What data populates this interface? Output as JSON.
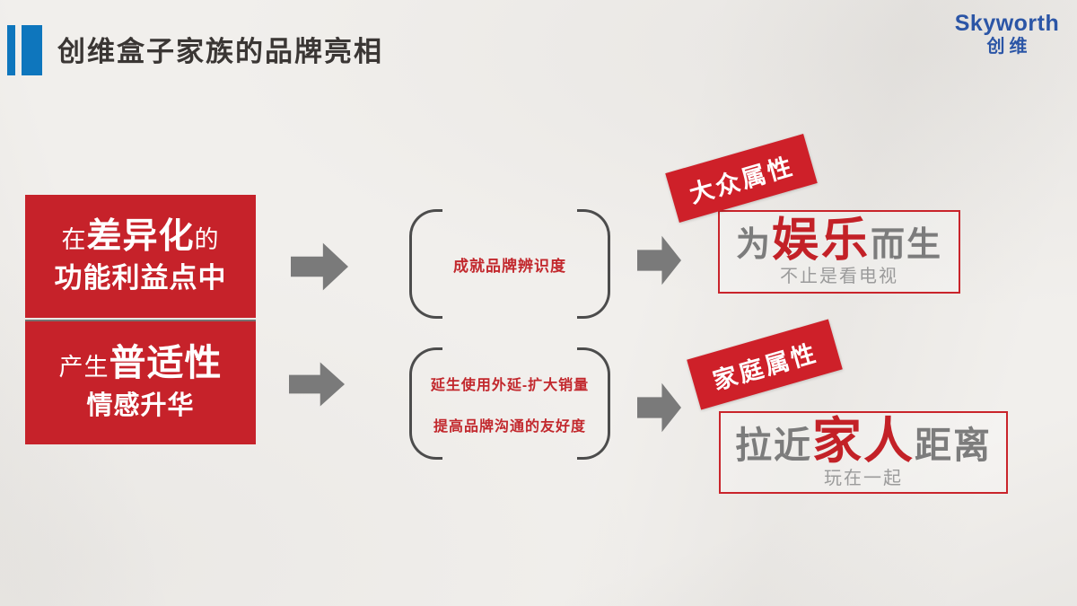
{
  "header": {
    "title": "创维盒子家族的品牌亮相",
    "logo_text": "Skyworth",
    "logo_cn": "创维"
  },
  "flow": {
    "left_block": {
      "top": {
        "pre": "在",
        "em": "差异化",
        "post": "的",
        "line2": "功能利益点中"
      },
      "bottom": {
        "pre": "产生",
        "em": "普适性",
        "post": "",
        "line2": "情感升华"
      }
    },
    "middle": {
      "top_lines": [
        "成就品牌辨识度"
      ],
      "bottom_lines": [
        "延生使用外延-扩大销量",
        "提高品牌沟通的友好度"
      ]
    },
    "badges": {
      "top": "大众属性",
      "bottom": "家庭属性"
    },
    "results": {
      "top": {
        "pre": "为",
        "em": "娱乐",
        "post": "而生",
        "sub": "不止是看电视"
      },
      "bottom": {
        "pre": "拉近",
        "em": "家人",
        "post": "距离",
        "sub": "玩在一起"
      }
    }
  },
  "colors": {
    "block_red": "#c6222a",
    "badge_red": "#ce2029",
    "border_red": "#c9242b",
    "accent_text_red": "#c32127",
    "bracket_text_red": "#c2282d",
    "title_bar_blue": "#0e76bd",
    "logo_blue": "#2b55a6",
    "arrow_gray": "#7a7a7a",
    "main_gray_text": "#7c7c7c",
    "sub_gray_text": "#9b9b9b",
    "paper_background": "#f1efec"
  }
}
